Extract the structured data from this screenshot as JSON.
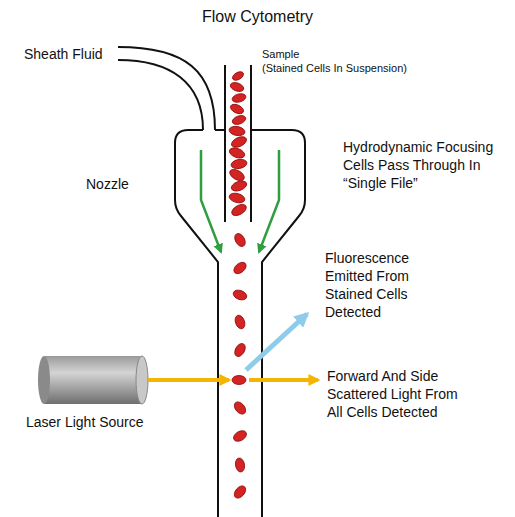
{
  "diagram": {
    "title": "Flow Cytometry",
    "labels": [
      "Sheath Fluid",
      "Sample",
      "(Stained Cells In Suspension)",
      "Nozzle",
      "Hydrodynamic Focusing Cells Pass Through In “Single File”",
      "Fluorescence Emitted From Stained Cells Detected",
      "Laser Light Source",
      "Forward And Side Scattered Light From All Cells Detected"
    ]
  }
}
